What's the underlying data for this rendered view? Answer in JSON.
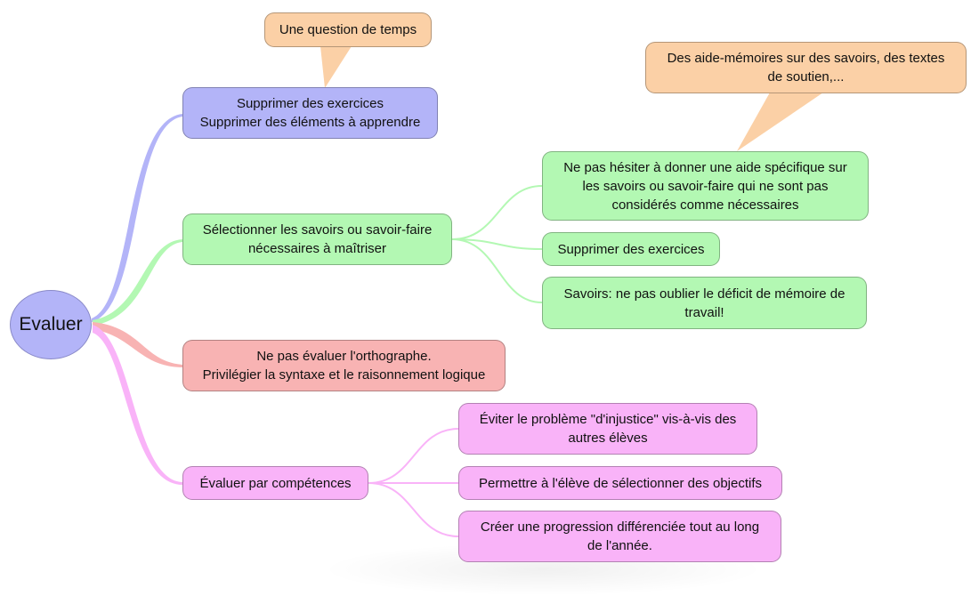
{
  "root": {
    "label": "Evaluer",
    "color": "#b3b4f8"
  },
  "branches": [
    {
      "label": "Supprimer des exercices\nSupprimer des éléments à apprendre",
      "color": "#b3b4f8",
      "callout": "Une question de temps",
      "children": []
    },
    {
      "label": "Sélectionner les savoirs ou savoir-faire\nnécessaires à maîtriser",
      "color": "#b3f8b3",
      "children": [
        {
          "label": "Ne pas hésiter à donner une aide spécifique sur\nles savoirs ou savoir-faire qui ne sont pas\nconsidérés comme nécessaires",
          "callout": "Des aide-mémoires sur des savoirs, des textes\nde soutien,..."
        },
        {
          "label": "Supprimer des exercices"
        },
        {
          "label": "Savoirs: ne pas oublier le déficit de mémoire de\ntravail!"
        }
      ]
    },
    {
      "label": "Ne pas évaluer l'orthographe.\nPrivilégier la syntaxe et le raisonnement logique",
      "color": "#f8b3b3",
      "children": []
    },
    {
      "label": "Évaluer par compétences",
      "color": "#f9b3f8",
      "children": [
        {
          "label": "Éviter le problème \"d'injustice\" vis-à-vis des\nautres élèves"
        },
        {
          "label": "Permettre à l'élève de sélectionner des objectifs"
        },
        {
          "label": "Créer une progression différenciée tout au long\nde l'année."
        }
      ]
    }
  ],
  "callout_color": "#fbd0a6"
}
